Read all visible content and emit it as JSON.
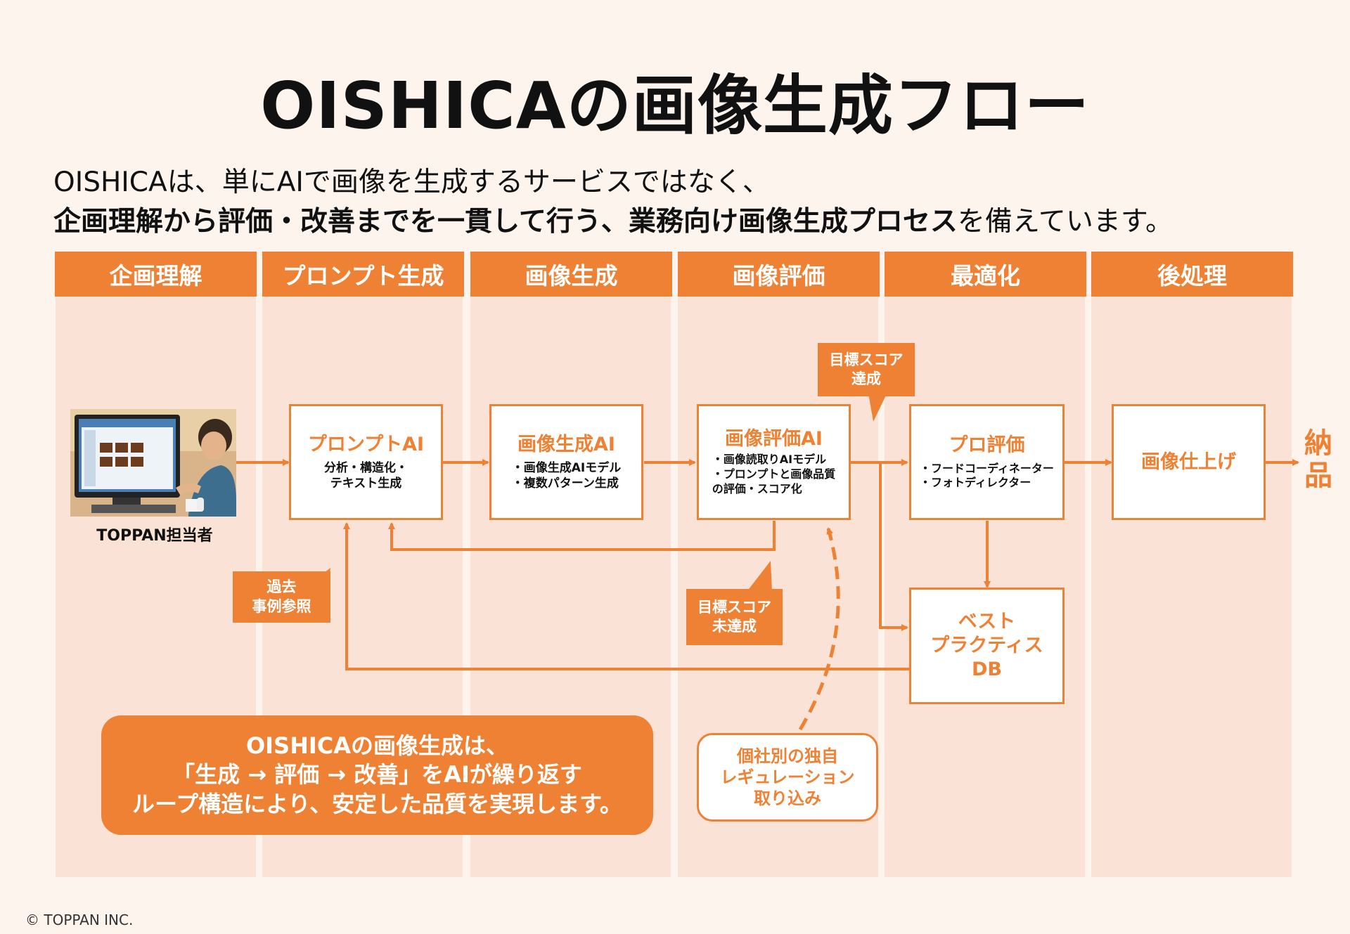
{
  "title": "OISHICAの画像生成フロー",
  "subtitle": {
    "line1": "OISHICAは、単にAIで画像を生成するサービスではなく、",
    "line2_bold": "企画理解から評価・改善までを一貫して行う、業務向け画像生成プロセス",
    "line2_tail": "を備えています。"
  },
  "lanes": [
    "企画理解",
    "プロンプト生成",
    "画像生成",
    "画像評価",
    "最適化",
    "後処理"
  ],
  "person_label": "TOPPAN担当者",
  "boxes": {
    "prompt_ai": {
      "title": "プロンプトAI",
      "desc": "分析・構造化・\nテキスト生成"
    },
    "image_gen_ai": {
      "title": "画像生成AI",
      "desc": "・画像生成AIモデル\n・複数パターン生成"
    },
    "image_eval_ai": {
      "title": "画像評価AI",
      "desc": "・画像読取りAIモデル\n・プロンプトと画像品質\nの評価・スコア化"
    },
    "pro_eval": {
      "title": "プロ評価",
      "desc": "・フードコーディネーター\n・フォトディレクター"
    },
    "finish": {
      "title": "画像仕上げ"
    },
    "best_practice_db": {
      "title": "ベスト\nプラクティス\nDB"
    },
    "regulation": {
      "title": "個社別の独自\nレギュレーション\n取り込み"
    }
  },
  "tags": {
    "score_achieved": "目標スコア\n達成",
    "score_not_achieved": "目標スコア\n未達成",
    "past_cases": "過去\n事例参照"
  },
  "delivery": "納\n品",
  "callout": {
    "line1": "OISHICAの画像生成は、",
    "line2": "「生成 → 評価 → 改善」をAIが繰り返す",
    "line3": "ループ構造により、安定した品質を実現します。"
  },
  "copyright": "© TOPPAN INC.",
  "colors": {
    "accent": "#ee8134",
    "lane_bg": "#fae3d6",
    "page_bg": "#fdf4ee"
  }
}
